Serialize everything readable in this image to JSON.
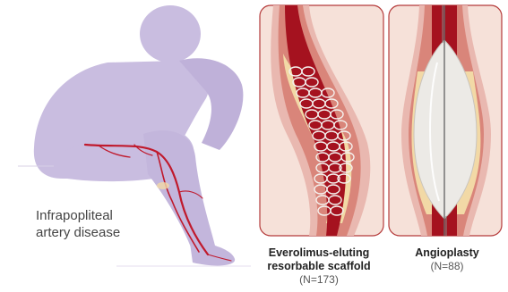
{
  "disease_label": {
    "line1": "Infrapopliteal",
    "line2": "artery disease"
  },
  "panels": [
    {
      "title_line1": "Everolimus-eluting",
      "title_line2": "resorbable scaffold",
      "n": "(N=173)"
    },
    {
      "title_line1": "Angioplasty",
      "title_line2": "",
      "n": "(N=88)"
    }
  ],
  "colors": {
    "figure": "#c9bde0",
    "figure_dark": "#b3a4d1",
    "artery_red": "#c0192c",
    "vessel_outer": "#e9b8b0",
    "vessel_wall": "#d9857a",
    "plaque": "#f2d9a6",
    "blood": "#a5121f",
    "balloon": "#eceae6",
    "panel_border": "#b53b3b"
  }
}
